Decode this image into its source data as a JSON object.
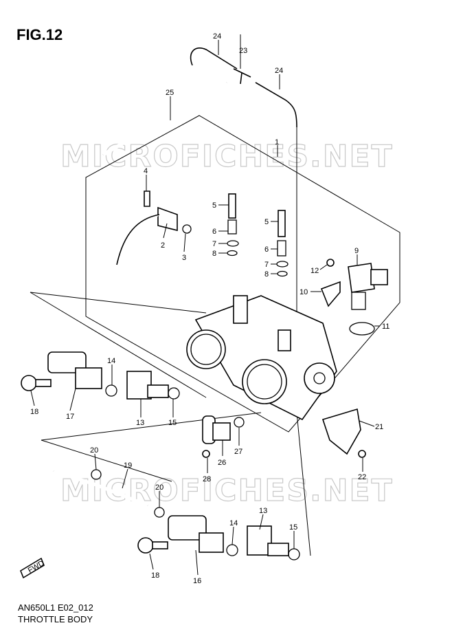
{
  "figure": {
    "title": "FIG.12"
  },
  "footer": {
    "code": "AN650L1 E02_012",
    "name": "THROTTLE BODY"
  },
  "watermark": {
    "text": "MICROFICHES.NET",
    "color": "#c8c8c8"
  },
  "fwd_badge": "FWD",
  "callouts": [
    {
      "id": "c1",
      "label": "1"
    },
    {
      "id": "c2",
      "label": "2"
    },
    {
      "id": "c3",
      "label": "3"
    },
    {
      "id": "c4",
      "label": "4"
    },
    {
      "id": "c5a",
      "label": "5"
    },
    {
      "id": "c5b",
      "label": "5"
    },
    {
      "id": "c6a",
      "label": "6"
    },
    {
      "id": "c6b",
      "label": "6"
    },
    {
      "id": "c7a",
      "label": "7"
    },
    {
      "id": "c7b",
      "label": "7"
    },
    {
      "id": "c8a",
      "label": "8"
    },
    {
      "id": "c8b",
      "label": "8"
    },
    {
      "id": "c9",
      "label": "9"
    },
    {
      "id": "c10",
      "label": "10"
    },
    {
      "id": "c11",
      "label": "11"
    },
    {
      "id": "c12",
      "label": "12"
    },
    {
      "id": "c13a",
      "label": "13"
    },
    {
      "id": "c13b",
      "label": "13"
    },
    {
      "id": "c14a",
      "label": "14"
    },
    {
      "id": "c14b",
      "label": "14"
    },
    {
      "id": "c15a",
      "label": "15"
    },
    {
      "id": "c15b",
      "label": "15"
    },
    {
      "id": "c16",
      "label": "16"
    },
    {
      "id": "c17",
      "label": "17"
    },
    {
      "id": "c18a",
      "label": "18"
    },
    {
      "id": "c18b",
      "label": "18"
    },
    {
      "id": "c19",
      "label": "19"
    },
    {
      "id": "c20a",
      "label": "20"
    },
    {
      "id": "c20b",
      "label": "20"
    },
    {
      "id": "c21",
      "label": "21"
    },
    {
      "id": "c22",
      "label": "22"
    },
    {
      "id": "c23",
      "label": "23"
    },
    {
      "id": "c24a",
      "label": "24"
    },
    {
      "id": "c24b",
      "label": "24"
    },
    {
      "id": "c25",
      "label": "25"
    },
    {
      "id": "c26",
      "label": "26"
    },
    {
      "id": "c27",
      "label": "27"
    },
    {
      "id": "c28",
      "label": "28"
    }
  ]
}
